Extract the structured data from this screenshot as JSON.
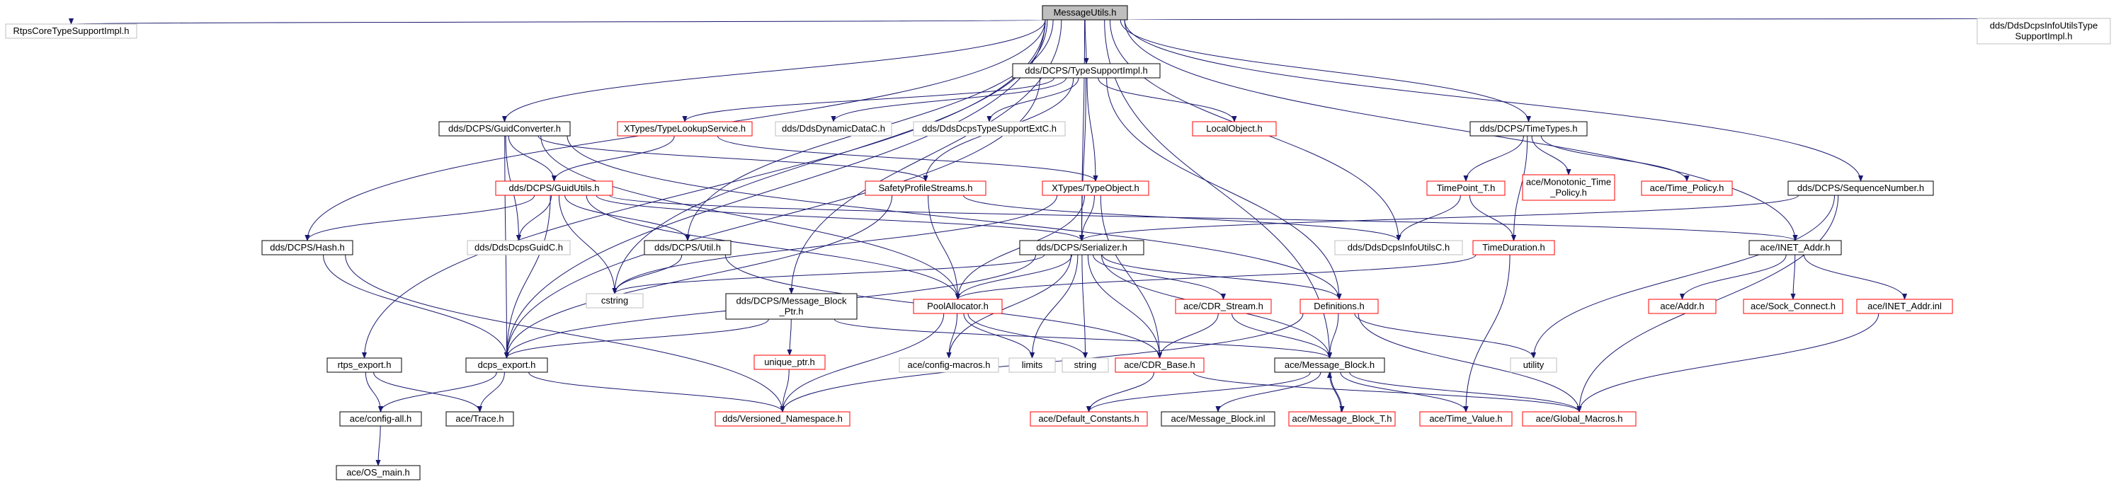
{
  "nodes": {
    "root": "MessageUtils.h",
    "rtpsCore": "RtpsCoreTypeSupportImpl.h",
    "typeSupportImpl": "dds/DCPS/TypeSupportImpl.h",
    "ddsInfoUtilsType_1": "dds/DdsDcpsInfoUtilsType",
    "ddsInfoUtilsType_2": "SupportImpl.h",
    "guidConverter": "dds/DCPS/GuidConverter.h",
    "typeLookup": "XTypes/TypeLookupService.h",
    "dynData": "dds/DdsDynamicDataC.h",
    "typeSupportExt": "dds/DdsDcpsTypeSupportExtC.h",
    "localObject": "LocalObject.h",
    "timeTypes": "dds/DCPS/TimeTypes.h",
    "guidUtils": "dds/DCPS/GuidUtils.h",
    "safety": "SafetyProfileStreams.h",
    "typeObject": "XTypes/TypeObject.h",
    "timePointT": "TimePoint_T.h",
    "monotonic_1": "ace/Monotonic_Time",
    "monotonic_2": "_Policy.h",
    "timePolicy": "ace/Time_Policy.h",
    "seqNumber": "dds/DCPS/SequenceNumber.h",
    "hash": "dds/DCPS/Hash.h",
    "guidC": "dds/DdsDcpsGuidC.h",
    "util": "dds/DCPS/Util.h",
    "serializer": "dds/DCPS/Serializer.h",
    "infoUtilsC": "dds/DdsDcpsInfoUtilsC.h",
    "timeDuration": "TimeDuration.h",
    "inetAddr": "ace/INET_Addr.h",
    "cstring": "cstring",
    "msgBlockPtr_1": "dds/DCPS/Message_Block",
    "msgBlockPtr_2": "_Ptr.h",
    "poolAlloc": "PoolAllocator.h",
    "cdrStream": "ace/CDR_Stream.h",
    "definitions": "Definitions.h",
    "aceAddr": "ace/Addr.h",
    "sockConnect": "ace/Sock_Connect.h",
    "inetAddrInl": "ace/INET_Addr.inl",
    "rtpsExport": "rtps_export.h",
    "dcpsExport": "dcps_export.h",
    "uniquePtr": "unique_ptr.h",
    "limits": "limits",
    "string": "string",
    "cdrBase": "ace/CDR_Base.h",
    "messageBlock": "ace/Message_Block.h",
    "utility": "utility",
    "configAll": "ace/config-all.h",
    "trace": "ace/Trace.h",
    "configMacros": "ace/config-macros.h",
    "versioned": "dds/Versioned_Namespace.h",
    "defaultConst": "ace/Default_Constants.h",
    "msgBlockInl": "ace/Message_Block.inl",
    "msgBlockT": "ace/Message_Block_T.h",
    "timeValue": "ace/Time_Value.h",
    "globalMacros": "ace/Global_Macros.h",
    "osMain": "ace/OS_main.h"
  },
  "colors": {
    "edge": "#191970",
    "border_documented": "#000000",
    "border_truncated": "#ff0000",
    "border_external": "#bfbfbf",
    "root_fill": "#bfbfbf",
    "text": "#000000"
  }
}
